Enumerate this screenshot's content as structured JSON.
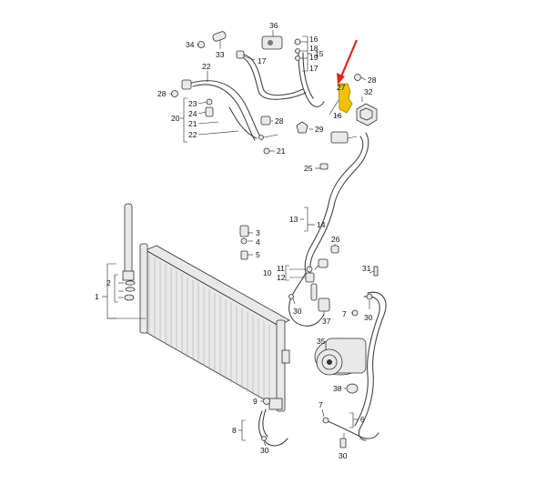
{
  "diagram": {
    "labels": {
      "l36": "36",
      "l34": "34",
      "l33": "33",
      "l17a": "17",
      "l16": "16",
      "l18": "18",
      "l19": "19",
      "l17b": "17",
      "l15": "15",
      "l22a": "22",
      "l28a": "28",
      "l23": "23",
      "l24": "24",
      "l20": "20",
      "l21a": "21",
      "l22b": "22",
      "l28b": "28",
      "l29": "29",
      "l21b": "21",
      "l27": "27",
      "l28c": "28",
      "l32": "32",
      "l16b": "16",
      "l25": "25",
      "l13": "13",
      "l14": "14",
      "l3": "3",
      "l4": "4",
      "l5": "5",
      "l26": "26",
      "l2": "2",
      "l1": "1",
      "l11": "11",
      "l12": "12",
      "l10": "10",
      "l30a": "30",
      "l31": "31",
      "l7a": "7",
      "l37": "37",
      "l30b": "30",
      "l35": "35",
      "l38": "38",
      "l6": "6",
      "l9": "9",
      "l7b": "7",
      "l8": "8",
      "l30c": "30",
      "l30d": "30"
    },
    "colors": {
      "arrow": "#e0261b",
      "highlight": "#f2c200",
      "line": "#222222"
    },
    "icons": [
      "red-arrow-icon"
    ]
  }
}
